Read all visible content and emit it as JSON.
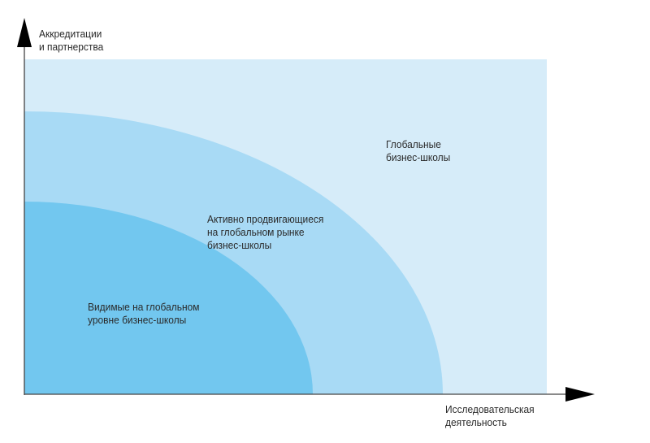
{
  "axes": {
    "y_label": "Аккредитации\nи партнерства",
    "x_label": "Исследовательская\nдеятельность"
  },
  "zones": [
    {
      "label": "Глобальные\nбизнес-школы",
      "color": "#d6ecf9"
    },
    {
      "label": "Активно продвигающиеся\nна глобальном рынке\nбизнес-школы",
      "color": "#a8daf5"
    },
    {
      "label": "Видимые на глобальном\nуровне бизнес-школы",
      "color": "#72c7ef"
    }
  ]
}
